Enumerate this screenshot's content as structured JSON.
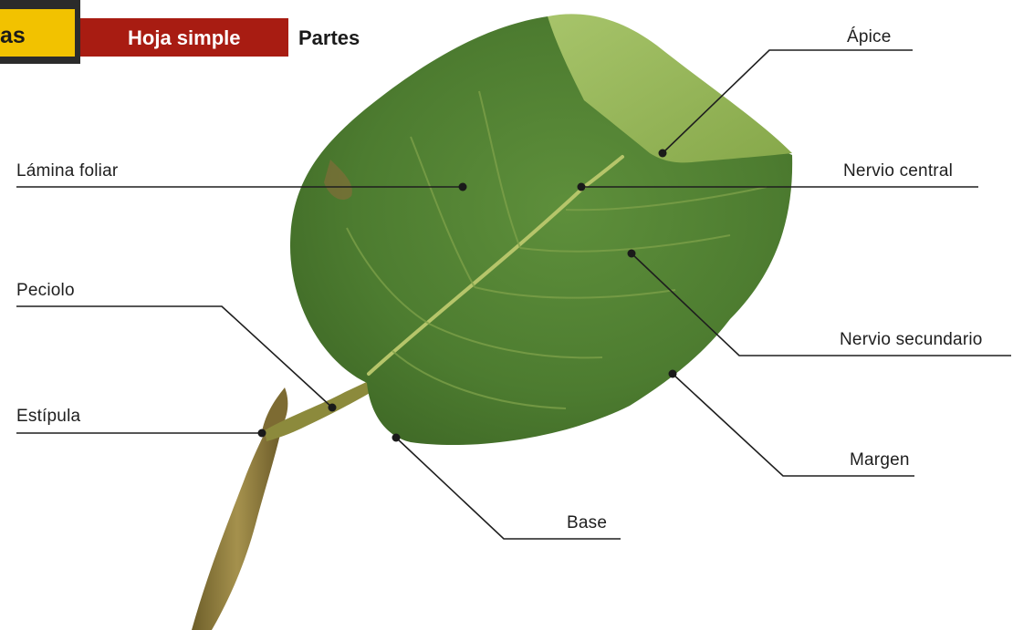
{
  "header": {
    "section_fragment": "as",
    "topic": "Hoja simple",
    "subtopic": "Partes"
  },
  "labels": {
    "apice": "Ápice",
    "lamina_foliar": "Lámina foliar",
    "nervio_central": "Nervio central",
    "peciolo": "Peciolo",
    "nervio_secundario": "Nervio secundario",
    "estipula": "Estípula",
    "margen": "Margen",
    "base": "Base"
  },
  "colors": {
    "header_yellow": "#f2c200",
    "header_red": "#a81c12",
    "header_dark": "#2b2b2b",
    "leaf_dark": "#4e7d32",
    "leaf_light": "#8fb04a",
    "stem": "#8a7a3c"
  }
}
